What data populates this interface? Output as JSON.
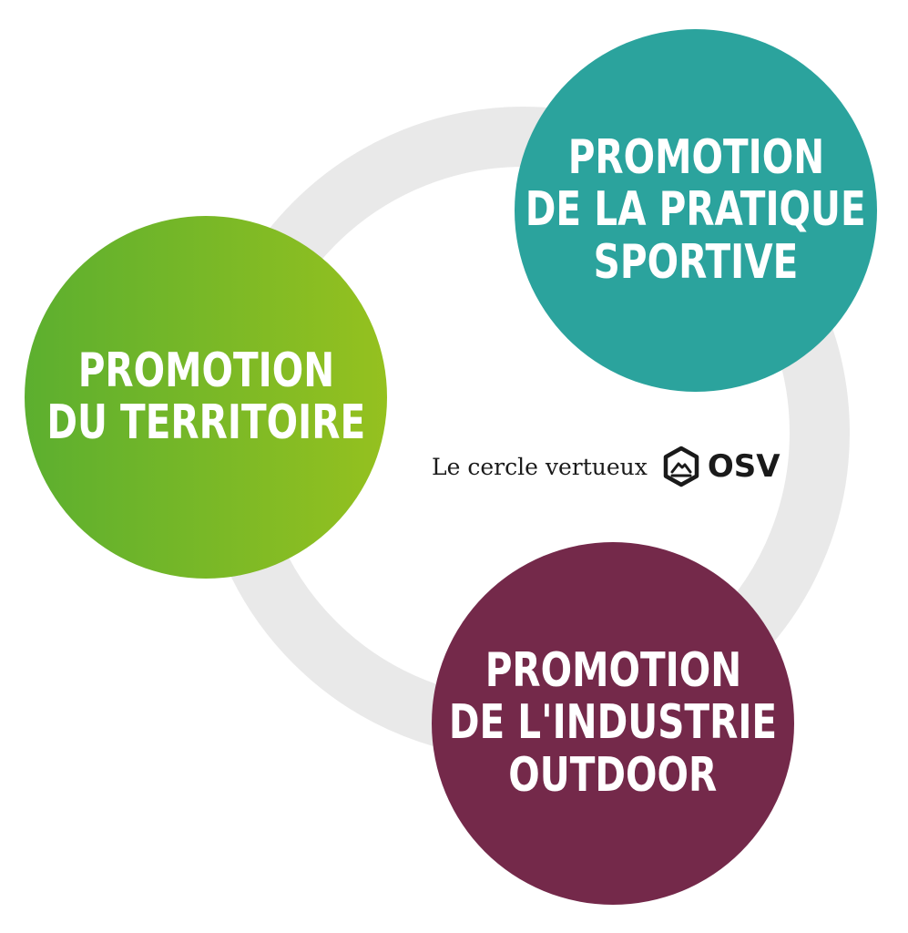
{
  "colors": {
    "ring": "#e9e9e9",
    "sport": "#2ba39d",
    "territoire_start": "#5caf2f",
    "territoire_end": "#95c11f",
    "industrie": "#74294a",
    "text_dark": "#1a1a1a"
  },
  "bubbles": {
    "sport": {
      "lines": [
        "PROMOTION",
        "DE LA PRATIQUE",
        "SPORTIVE"
      ]
    },
    "territoire": {
      "lines": [
        "PROMOTION",
        "DU TERRITOIRE"
      ]
    },
    "industrie": {
      "lines": [
        "PROMOTION",
        "DE L'INDUSTRIE",
        "OUTDOOR"
      ]
    }
  },
  "center": {
    "caption": "Le cercle vertueux",
    "logo_icon": "mountain-hexagon-icon",
    "logo_text": "OSV"
  }
}
